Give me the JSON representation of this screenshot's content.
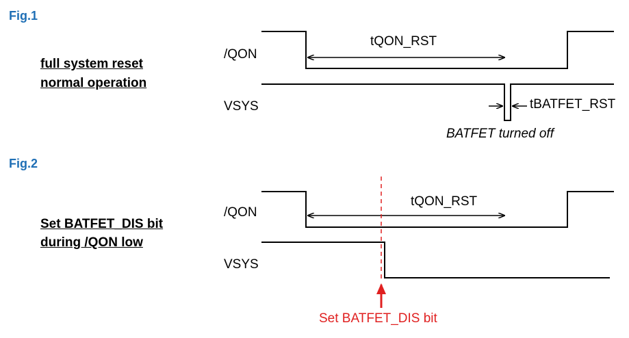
{
  "fig1": {
    "label": "Fig.1",
    "description_line1": "full system reset",
    "description_line2": "normal operation",
    "signal_qon": "/QON",
    "signal_vsys": "VSYS",
    "t_qon_rst": "tQON_RST",
    "t_batfet_rst": "tBATFET_RST",
    "note": "BATFET turned off"
  },
  "fig2": {
    "label": "Fig.2",
    "description_line1": "Set BATFET_DIS bit",
    "description_line2": "during /QON low",
    "signal_qon": "/QON",
    "signal_vsys": "VSYS",
    "t_qon_rst": "tQON_RST",
    "marker_note": "Set BATFET_DIS bit"
  },
  "colors": {
    "fig_label": "#1f6fb5",
    "marker": "#e02020",
    "signal": "#000000"
  }
}
